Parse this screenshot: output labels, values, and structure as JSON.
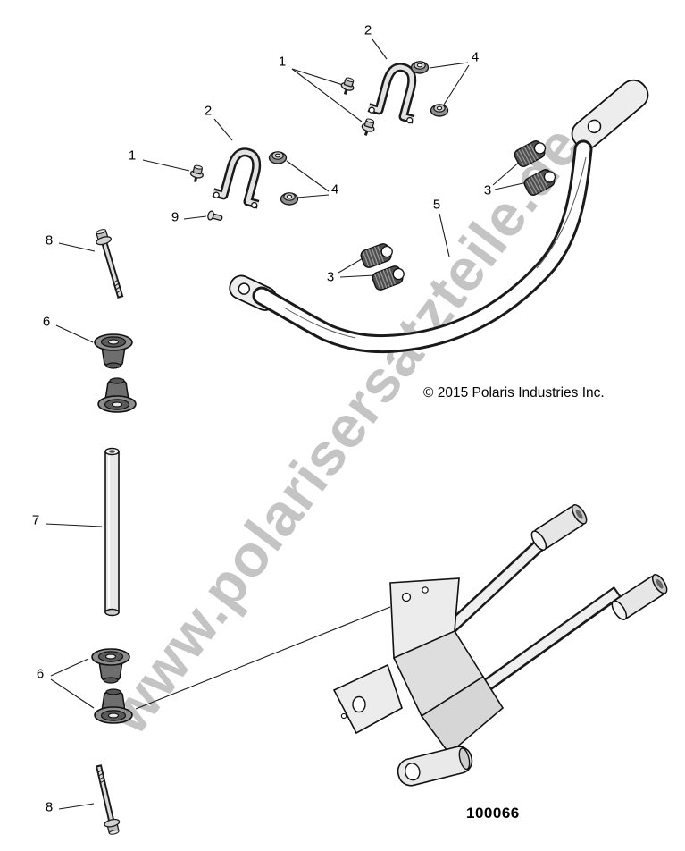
{
  "watermark": {
    "text": "www.polarisersatzteile.de",
    "color": "#c4c4c4",
    "angle_deg": -53
  },
  "copyright": "© 2015 Polaris Industries Inc.",
  "part_number": "100066",
  "callouts": [
    {
      "label": "2"
    },
    {
      "label": "1"
    },
    {
      "label": "4"
    },
    {
      "label": "2"
    },
    {
      "label": "1"
    },
    {
      "label": "4"
    },
    {
      "label": "9"
    },
    {
      "label": "3"
    },
    {
      "label": "5"
    },
    {
      "label": "3"
    },
    {
      "label": "8"
    },
    {
      "label": "6"
    },
    {
      "label": "7"
    },
    {
      "label": "6"
    },
    {
      "label": "8"
    }
  ],
  "colors": {
    "line": "#1a1a1a",
    "background": "#ffffff",
    "text": "#000000"
  }
}
